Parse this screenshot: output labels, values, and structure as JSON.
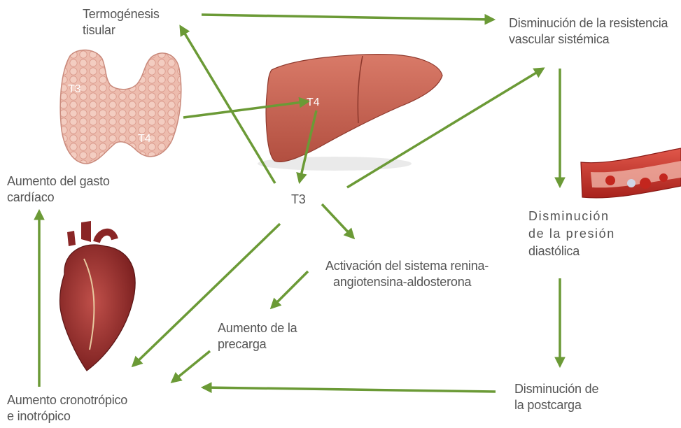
{
  "labels": {
    "termogenesis": [
      "Termogénesis",
      "tisular"
    ],
    "resistencia": [
      "Disminución de la resistencia",
      "vascular sistémica"
    ],
    "gasto": [
      "Aumento del gasto",
      "cardíaco"
    ],
    "t3_center": "T3",
    "presion": [
      "Disminución",
      "de la presión",
      "diastólica"
    ],
    "renina": [
      "Activación del sistema renina-",
      "angiotensina-aldosterona"
    ],
    "precarga": [
      "Aumento de la",
      "precarga"
    ],
    "cronotropico": [
      "Aumento cronotrópico",
      "e inotrópico"
    ],
    "postcarga": [
      "Disminución de",
      "la postcarga"
    ]
  },
  "organs": {
    "thyroid": {
      "hormone_a": "T3",
      "hormone_b": "T4"
    },
    "liver": {
      "hormone": "T4"
    }
  },
  "colors": {
    "arrow": "#6b9a36",
    "text": "#555555",
    "thyroid": "#eab4a6",
    "liver": "#c9604f",
    "heart": "#9c2a2a",
    "vessel": "#c8342a"
  }
}
